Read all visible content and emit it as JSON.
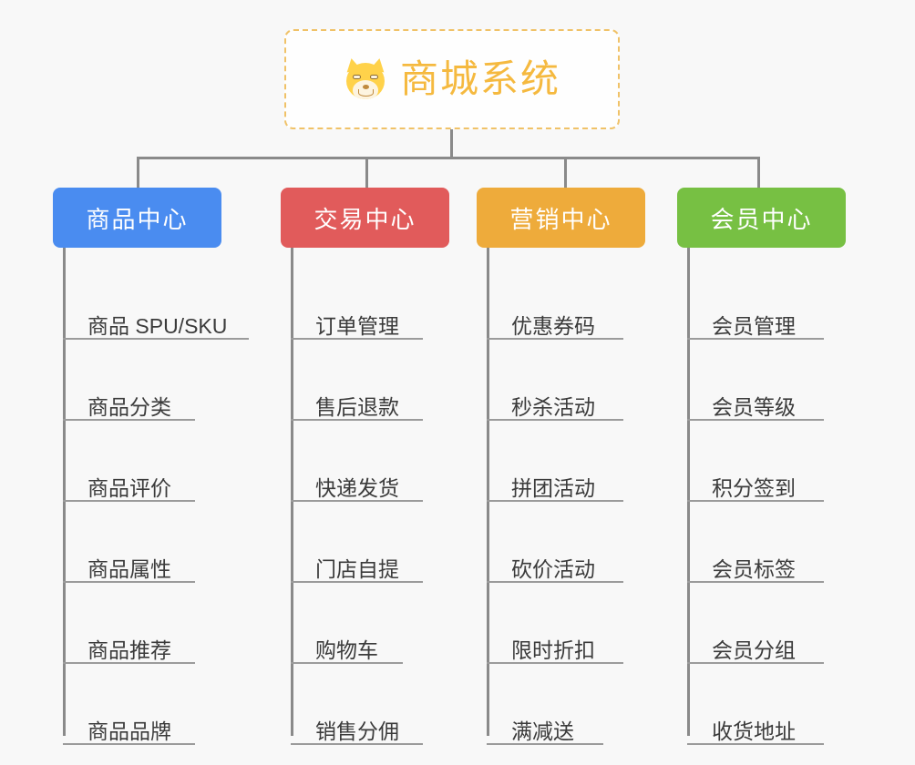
{
  "diagram": {
    "title": "商城系统",
    "root_icon": "dog-face-icon",
    "root_border_color": "#f0c268",
    "root_text_color": "#f5b93f",
    "background_color": "#f8f8f8",
    "connector_color": "#8a8a8a",
    "leaf_rule_color": "#9b9b9b"
  },
  "columns": [
    {
      "header": "商品中心",
      "color": "#4a8cf0",
      "icon": "product-center-node",
      "items": [
        {
          "label": "商品 SPU/SKU",
          "rule_width": 204
        },
        {
          "label": "商品分类",
          "rule_width": 145
        },
        {
          "label": "商品评价",
          "rule_width": 145
        },
        {
          "label": "商品属性",
          "rule_width": 145
        },
        {
          "label": "商品推荐",
          "rule_width": 145
        },
        {
          "label": "商品品牌",
          "rule_width": 145
        }
      ]
    },
    {
      "header": "交易中心",
      "color": "#e15b5b",
      "icon": "trade-center-node",
      "items": [
        {
          "label": "订单管理",
          "rule_width": 145
        },
        {
          "label": "售后退款",
          "rule_width": 145
        },
        {
          "label": "快递发货",
          "rule_width": 145
        },
        {
          "label": "门店自提",
          "rule_width": 145
        },
        {
          "label": "购物车",
          "rule_width": 123
        },
        {
          "label": "销售分佣",
          "rule_width": 145
        }
      ]
    },
    {
      "header": "营销中心",
      "color": "#eeab3b",
      "icon": "marketing-center-node",
      "items": [
        {
          "label": "优惠券码",
          "rule_width": 150
        },
        {
          "label": "秒杀活动",
          "rule_width": 150
        },
        {
          "label": "拼团活动",
          "rule_width": 150
        },
        {
          "label": "砍价活动",
          "rule_width": 150
        },
        {
          "label": "限时折扣",
          "rule_width": 150
        },
        {
          "label": "满减送",
          "rule_width": 128
        }
      ]
    },
    {
      "header": "会员中心",
      "color": "#77c043",
      "icon": "member-center-node",
      "items": [
        {
          "label": "会员管理",
          "rule_width": 150
        },
        {
          "label": "会员等级",
          "rule_width": 150
        },
        {
          "label": "积分签到",
          "rule_width": 150
        },
        {
          "label": "会员标签",
          "rule_width": 150
        },
        {
          "label": "会员分组",
          "rule_width": 150
        },
        {
          "label": "收货地址",
          "rule_width": 150
        }
      ]
    }
  ],
  "connectors": {
    "drop_x": [
      150,
      401,
      619,
      831
    ]
  }
}
